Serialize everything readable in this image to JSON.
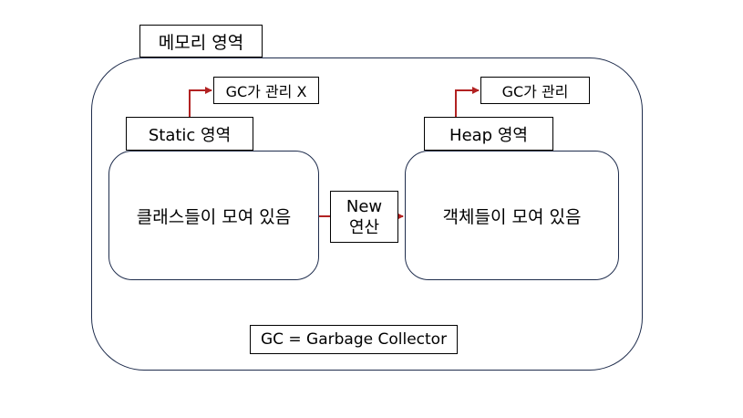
{
  "memory": {
    "label": "메모리 영역"
  },
  "static_area": {
    "label": "Static 영역",
    "content": "클래스들이 모여 있음",
    "gc_note": "GC가 관리 X"
  },
  "heap_area": {
    "label": "Heap 영역",
    "content": "객체들이 모여 있음",
    "gc_note": "GC가 관리"
  },
  "new_op": {
    "line1": "New",
    "line2": "연산"
  },
  "footnote": "GC = Garbage Collector",
  "colors": {
    "arrow": "#b22222",
    "outline": "#1f2d4d"
  }
}
